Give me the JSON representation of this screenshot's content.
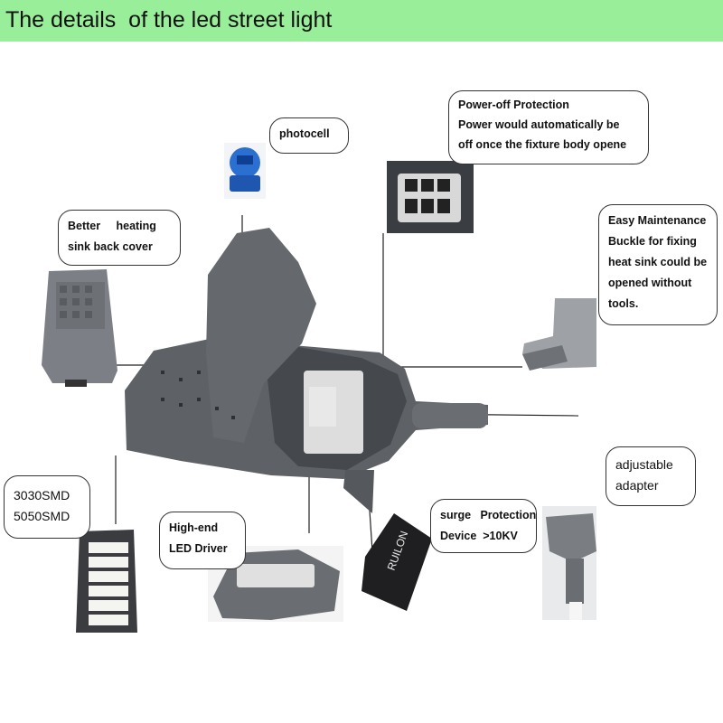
{
  "header": {
    "title": "The details  of the led street light"
  },
  "callouts": {
    "photocell": {
      "text": "photocell"
    },
    "power_off": {
      "lines": [
        "Power-off Protection",
        "Power would automatically be",
        "off once the fixture body opene"
      ]
    },
    "heating": {
      "lines": [
        "Better     heating",
        "sink back cover"
      ]
    },
    "maintenance": {
      "lines": [
        "Easy Maintenance",
        "Buckle for fixing",
        "heat sink could be",
        "opened without",
        "tools."
      ]
    },
    "smd": {
      "lines": [
        "3030SMD",
        "5050SMD"
      ]
    },
    "driver": {
      "lines": [
        "High-end",
        "LED Driver"
      ]
    },
    "surge": {
      "lines": [
        "surge   Protection",
        "Device  >10KV"
      ]
    },
    "adapter": {
      "lines": [
        "adjustable",
        "adapter"
      ]
    }
  },
  "module_label": {
    "brand": "RUILON"
  },
  "colors": {
    "header_bg": "#99ee99",
    "housing": "#5e6166",
    "photocell": "#2b6fd1"
  }
}
